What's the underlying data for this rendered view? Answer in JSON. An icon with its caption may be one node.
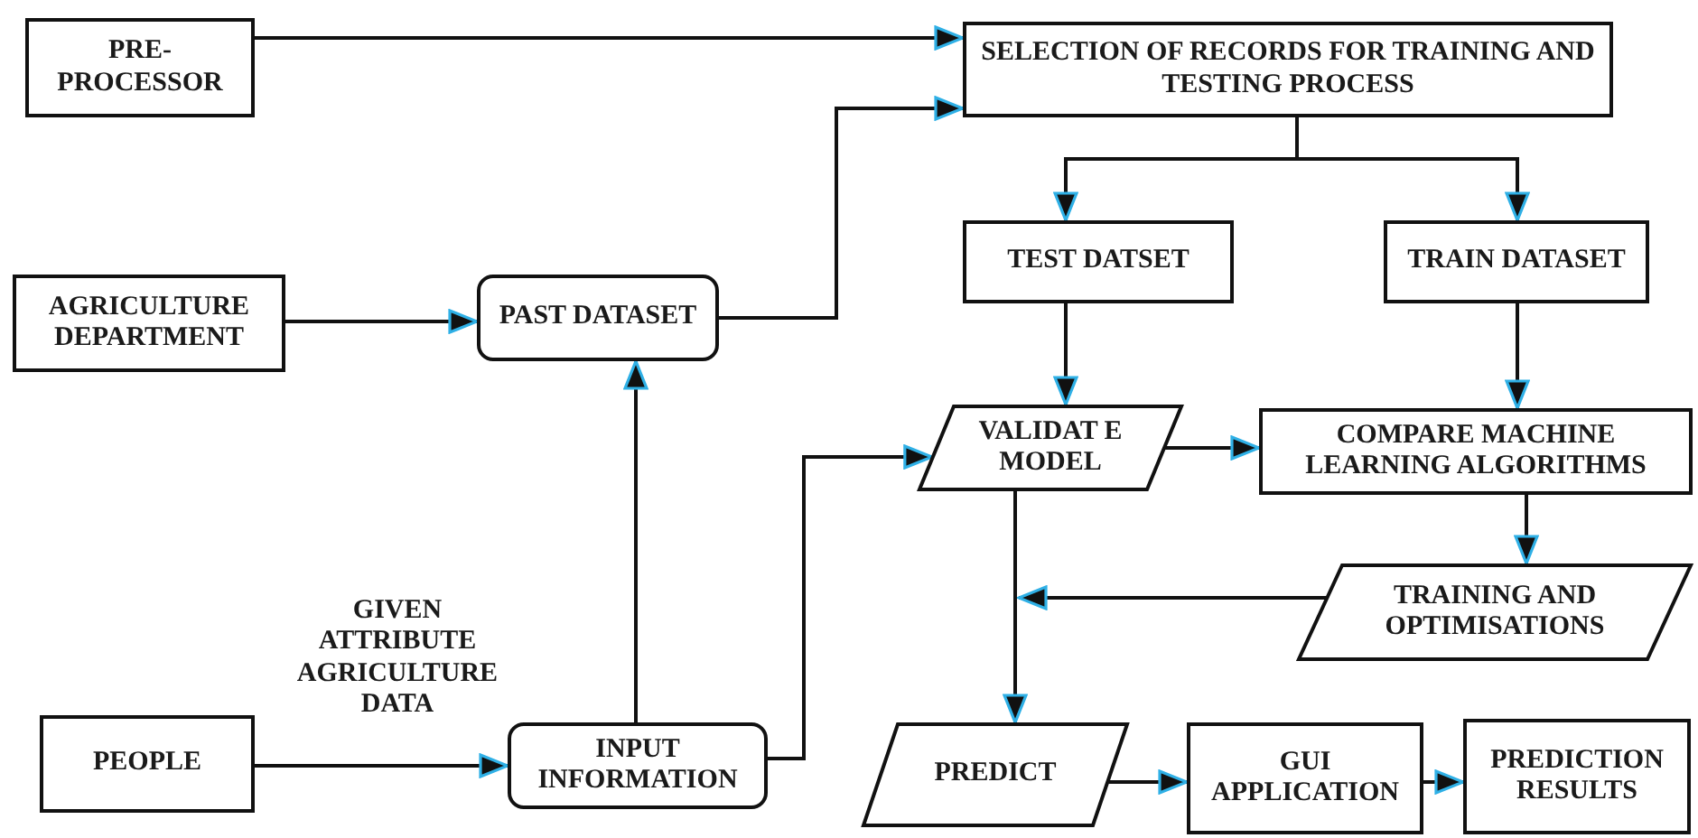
{
  "diagram": {
    "nodes": [
      {
        "text": [
          "PRE-PROCESSOR"
        ]
      },
      {
        "text": [
          "SELECTION OF RECORDS FOR TRAINING AND TESTING PROCESS"
        ]
      },
      {
        "text": [
          "AGRICULTURE DEPARTMENT"
        ]
      },
      {
        "text": [
          "PAST DATASET"
        ]
      },
      {
        "text": [
          "TEST DATSET"
        ]
      },
      {
        "text": [
          "TRAIN DATASET"
        ]
      },
      {
        "text": [
          "VALIDAT E MODEL"
        ]
      },
      {
        "text": [
          "COMPARE MACHINE LEARNING ALGORITHMS"
        ]
      },
      {
        "text": [
          "TRAINING AND OPTIMISATIONS"
        ]
      },
      {
        "text": [
          "PEOPLE"
        ]
      },
      {
        "text": [
          "INPUT INFORMATION"
        ]
      },
      {
        "text": [
          "PREDICT"
        ]
      },
      {
        "text": [
          "GUI APPLICATION"
        ]
      },
      {
        "text": [
          "PREDICTION RESULTS"
        ]
      }
    ],
    "edges": [
      {
        "from": 0,
        "to": 1,
        "arrow": "to"
      },
      {
        "from": 3,
        "to": 1,
        "arrow": "to"
      },
      {
        "from": 2,
        "to": 3,
        "arrow": "to"
      },
      {
        "from": 10,
        "to": 3,
        "arrow": "to"
      },
      {
        "from": 1,
        "to": 4,
        "arrow": "to"
      },
      {
        "from": 1,
        "to": 5,
        "arrow": "to"
      },
      {
        "from": 4,
        "to": 6,
        "arrow": "to"
      },
      {
        "from": 5,
        "to": 7,
        "arrow": "to"
      },
      {
        "from": 10,
        "to": 6,
        "arrow": "to"
      },
      {
        "from": 6,
        "to": 7,
        "arrow": "to"
      },
      {
        "from": 7,
        "to": 8,
        "arrow": "to"
      },
      {
        "from": 8,
        "to": null,
        "arrow": "to"
      },
      {
        "from": 6,
        "to": 11,
        "arrow": "to"
      },
      {
        "from": 11,
        "to": 12,
        "arrow": "to"
      },
      {
        "from": 12,
        "to": 13,
        "arrow": "to"
      },
      {
        "from": 9,
        "to": 10,
        "label": "GIVEN ATTRIBUTE AGRICULTURE DATA",
        "arrow": "to"
      }
    ]
  }
}
